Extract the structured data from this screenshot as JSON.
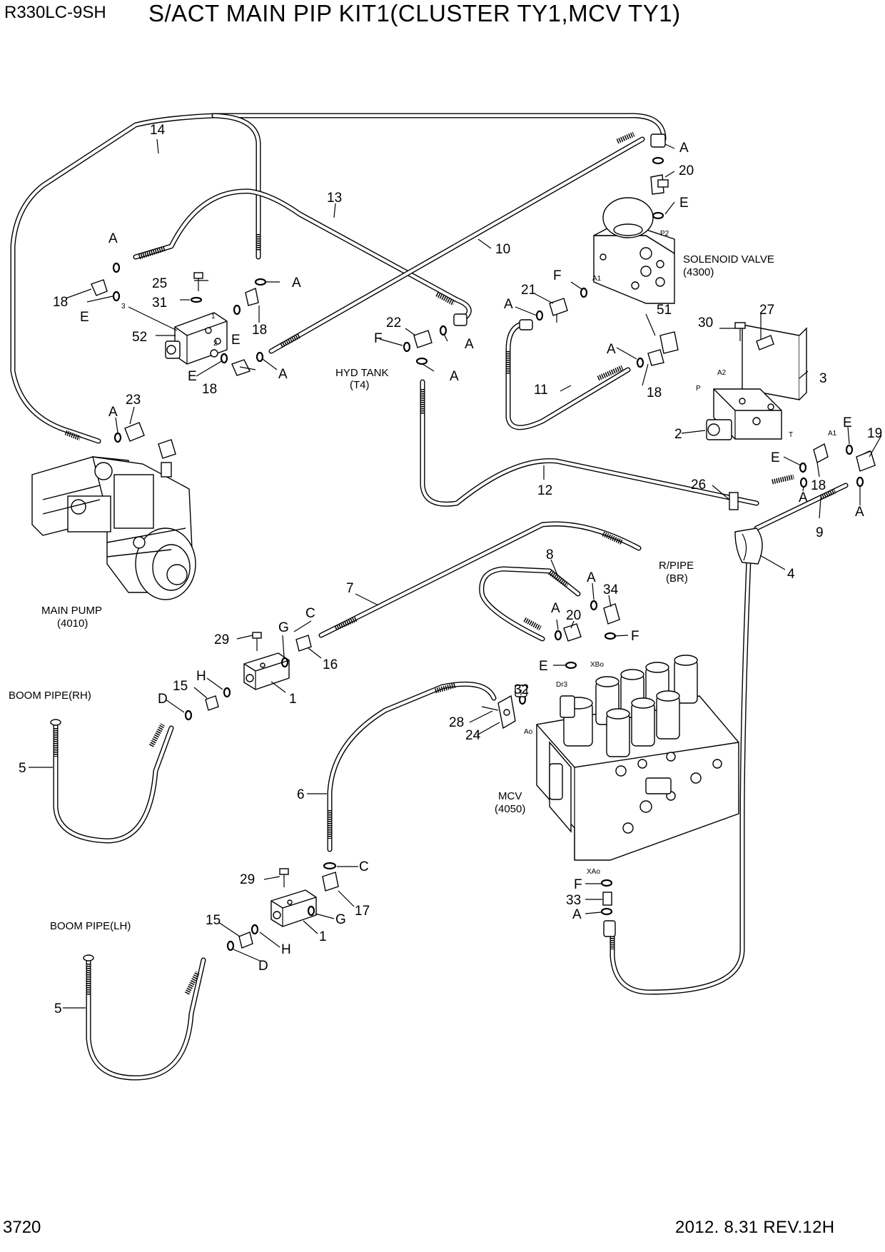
{
  "header": {
    "model": "R330LC-9SH",
    "title": "S/ACT MAIN PIP KIT1(CLUSTER TY1,MCV TY1)"
  },
  "footer": {
    "page_number": "3720",
    "revision": "2012. 8.31  REV.12H"
  },
  "components": {
    "solenoid_valve": {
      "name": "SOLENOID VALVE",
      "code": "(4300)"
    },
    "hyd_tank": {
      "name": "HYD TANK",
      "code": "(T4)"
    },
    "main_pump": {
      "name": "MAIN PUMP",
      "code": "(4010)"
    },
    "r_pipe": {
      "name": "R/PIPE",
      "code": "(BR)"
    },
    "mcv": {
      "name": "MCV",
      "code": "(4050)"
    },
    "boom_pipe_rh": {
      "name": "BOOM PIPE(RH)"
    },
    "boom_pipe_lh": {
      "name": "BOOM PIPE(LH)"
    }
  },
  "port_labels": {
    "p2": "P2",
    "a1_sol": "A1",
    "a2": "A2",
    "p": "P",
    "t": "T",
    "a1_blk": "A1",
    "port1": "1",
    "port2": "2",
    "port3": "3",
    "xbo": "XBo",
    "dr3": "Dr3",
    "ao": "Ao",
    "xao": "XAo"
  },
  "callouts": [
    {
      "id": "c14",
      "text": "14"
    },
    {
      "id": "c13",
      "text": "13"
    },
    {
      "id": "c10",
      "text": "10"
    },
    {
      "id": "cA1",
      "text": "A"
    },
    {
      "id": "c20a",
      "text": "20"
    },
    {
      "id": "cE1",
      "text": "E"
    },
    {
      "id": "cA2",
      "text": "A"
    },
    {
      "id": "c25",
      "text": "25"
    },
    {
      "id": "c31",
      "text": "31"
    },
    {
      "id": "c18a",
      "text": "18"
    },
    {
      "id": "cE2",
      "text": "E"
    },
    {
      "id": "c52",
      "text": "52"
    },
    {
      "id": "cA3",
      "text": "A"
    },
    {
      "id": "c18b",
      "text": "18"
    },
    {
      "id": "cE3",
      "text": "E"
    },
    {
      "id": "cE4",
      "text": "E"
    },
    {
      "id": "cA4",
      "text": "A"
    },
    {
      "id": "c18c",
      "text": "18"
    },
    {
      "id": "cF1",
      "text": "F"
    },
    {
      "id": "c21",
      "text": "21"
    },
    {
      "id": "cA5",
      "text": "A"
    },
    {
      "id": "c22",
      "text": "22"
    },
    {
      "id": "cF2",
      "text": "F"
    },
    {
      "id": "cA6",
      "text": "A"
    },
    {
      "id": "cA7",
      "text": "A"
    },
    {
      "id": "c51",
      "text": "51"
    },
    {
      "id": "c30",
      "text": "30"
    },
    {
      "id": "c27",
      "text": "27"
    },
    {
      "id": "cA8",
      "text": "A"
    },
    {
      "id": "c18d",
      "text": "18"
    },
    {
      "id": "c11",
      "text": "11"
    },
    {
      "id": "c3",
      "text": "3"
    },
    {
      "id": "c2",
      "text": "2"
    },
    {
      "id": "cE5",
      "text": "E"
    },
    {
      "id": "c19",
      "text": "19"
    },
    {
      "id": "cE6",
      "text": "E"
    },
    {
      "id": "c18e",
      "text": "18"
    },
    {
      "id": "c26",
      "text": "26"
    },
    {
      "id": "cA9",
      "text": "A"
    },
    {
      "id": "cA10",
      "text": "A"
    },
    {
      "id": "c9",
      "text": "9"
    },
    {
      "id": "c12",
      "text": "12"
    },
    {
      "id": "c4",
      "text": "4"
    },
    {
      "id": "c23",
      "text": "23"
    },
    {
      "id": "cA11",
      "text": "A"
    },
    {
      "id": "c8",
      "text": "8"
    },
    {
      "id": "cA12",
      "text": "A"
    },
    {
      "id": "c34",
      "text": "34"
    },
    {
      "id": "c7",
      "text": "7"
    },
    {
      "id": "cA13",
      "text": "A"
    },
    {
      "id": "c20b",
      "text": "20"
    },
    {
      "id": "cF3",
      "text": "F"
    },
    {
      "id": "cE7",
      "text": "E"
    },
    {
      "id": "c29a",
      "text": "29"
    },
    {
      "id": "cG1",
      "text": "G"
    },
    {
      "id": "cC1",
      "text": "C"
    },
    {
      "id": "c16",
      "text": "16"
    },
    {
      "id": "c1a",
      "text": "1"
    },
    {
      "id": "cH1",
      "text": "H"
    },
    {
      "id": "c15a",
      "text": "15"
    },
    {
      "id": "cD1",
      "text": "D"
    },
    {
      "id": "c32",
      "text": "32"
    },
    {
      "id": "c28",
      "text": "28"
    },
    {
      "id": "c24",
      "text": "24"
    },
    {
      "id": "c5a",
      "text": "5"
    },
    {
      "id": "c6",
      "text": "6"
    },
    {
      "id": "cC2",
      "text": "C"
    },
    {
      "id": "c29b",
      "text": "29"
    },
    {
      "id": "c17",
      "text": "17"
    },
    {
      "id": "cG2",
      "text": "G"
    },
    {
      "id": "c15b",
      "text": "15"
    },
    {
      "id": "cH2",
      "text": "H"
    },
    {
      "id": "c1b",
      "text": "1"
    },
    {
      "id": "cD2",
      "text": "D"
    },
    {
      "id": "c5b",
      "text": "5"
    },
    {
      "id": "cF4",
      "text": "F"
    },
    {
      "id": "c33",
      "text": "33"
    },
    {
      "id": "cA14",
      "text": "A"
    }
  ]
}
